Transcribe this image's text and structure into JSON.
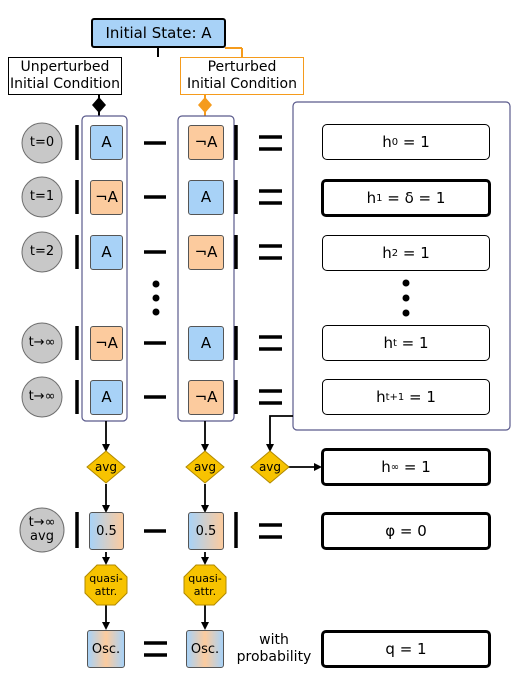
{
  "header": {
    "initial_state": "Initial State: A",
    "unperturbed": "Unperturbed\nInitial Condition",
    "perturbed": "Perturbed\nInitial Condition"
  },
  "time_labels": [
    "t=0",
    "t=1",
    "t=2",
    "t→∞",
    "t→∞"
  ],
  "avg_time_label": "t→∞\navg",
  "unperturbed_states": [
    "A",
    "¬A",
    "A",
    "¬A",
    "A"
  ],
  "perturbed_states": [
    "¬A",
    "A",
    "¬A",
    "A",
    "¬A"
  ],
  "hamming": {
    "h0": {
      "base": "h",
      "sup": "0",
      "rest": " = 1"
    },
    "h1": {
      "base": "h",
      "sup": "1",
      "rest": " = δ = 1"
    },
    "h2": {
      "base": "h",
      "sup": "2",
      "rest": " = 1"
    },
    "ht": {
      "base": "h",
      "sup": "t",
      "rest": " = 1"
    },
    "ht1": {
      "base": "h",
      "sup": "t+1",
      "rest": " = 1"
    },
    "hinf": {
      "base": "h",
      "sup": "∞",
      "rest": " = 1"
    }
  },
  "avg_label": "avg",
  "avg_values": [
    "0.5",
    "0.5"
  ],
  "phi": "φ = 0",
  "quasi_label": "quasi-\nattr.",
  "osc_label": "Osc.",
  "with_probability": "with\nprobability",
  "q": "q = 1",
  "colors": {
    "blue": "#a8d2f7",
    "orange": "#fccb9e",
    "gray": "#c8c8c8",
    "gold": "#f7c300",
    "frame": "#5a5a8c",
    "orange_line": "#f59b1c"
  }
}
